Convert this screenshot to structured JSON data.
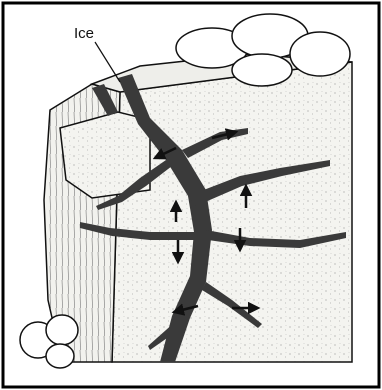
{
  "labels": {
    "ice": "Ice"
  },
  "colors": {
    "ice": "#3a3a3a",
    "rock": "#f2f2ee",
    "line": "#111111",
    "frame": "#000000"
  },
  "arrows": [
    {
      "name": "arrow-right-upper",
      "direction": "right"
    },
    {
      "name": "arrow-left-upper",
      "direction": "left"
    },
    {
      "name": "arrow-up-left",
      "direction": "up"
    },
    {
      "name": "arrow-down-left",
      "direction": "down"
    },
    {
      "name": "arrow-up-right",
      "direction": "up"
    },
    {
      "name": "arrow-down-right",
      "direction": "down"
    },
    {
      "name": "arrow-left-lower",
      "direction": "left"
    },
    {
      "name": "arrow-right-lower",
      "direction": "right"
    }
  ]
}
